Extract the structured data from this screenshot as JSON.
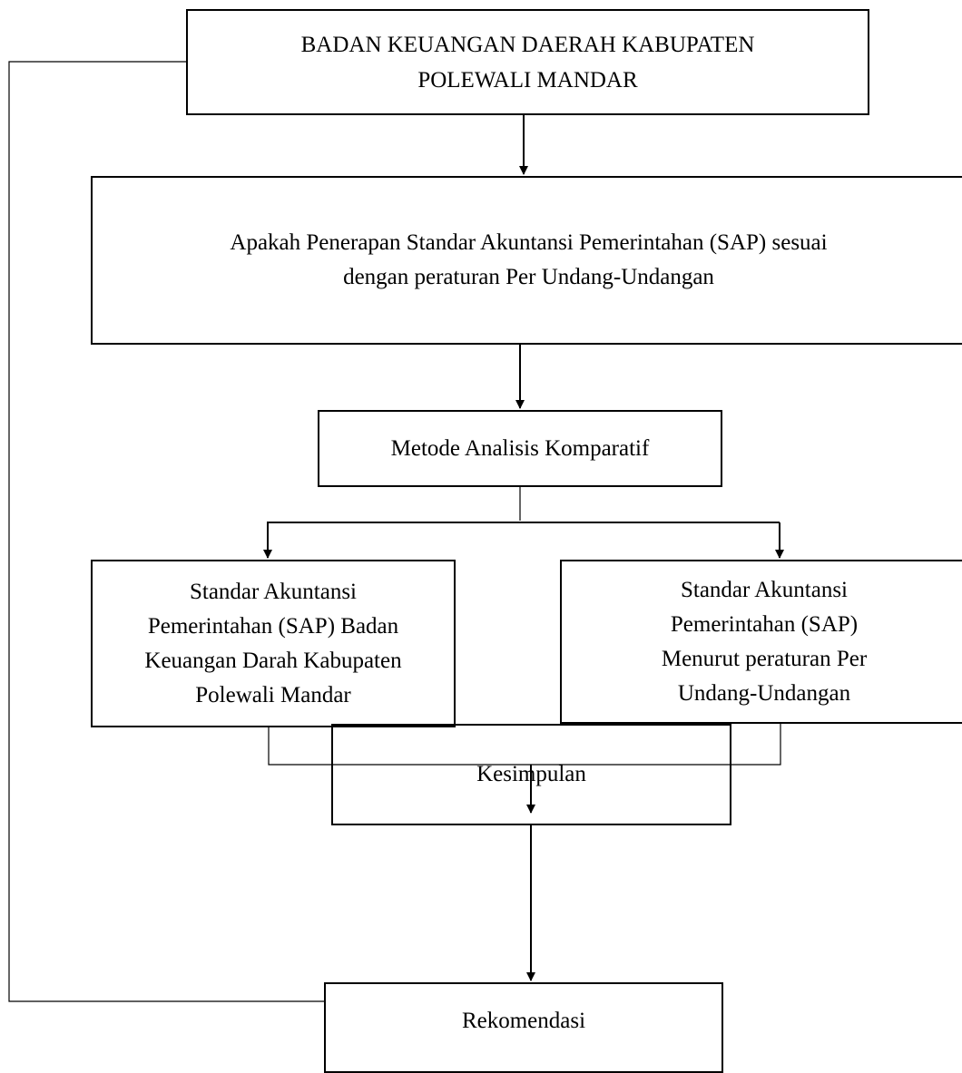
{
  "boxes": {
    "top": {
      "lines": [
        "BADAN KEUANGAN DAERAH KABUPATEN",
        "POLEWALI MANDAR"
      ]
    },
    "question": {
      "lines": [
        "Apakah Penerapan Standar Akuntansi Pemerintahan (SAP) sesuai",
        "dengan peraturan Per Undang-Undangan"
      ]
    },
    "method": {
      "lines": [
        "Metode Analisis Komparatif"
      ]
    },
    "left": {
      "lines": [
        "Standar Akuntansi",
        "Pemerintahan (SAP) Badan",
        "Keuangan Darah Kabupaten",
        "Polewali Mandar"
      ]
    },
    "right": {
      "lines": [
        "Standar Akuntansi",
        "Pemerintahan (SAP)",
        "Menurut peraturan Per",
        "Undang-Undangan"
      ]
    },
    "conclusion": {
      "lines": [
        "Kesimpulan"
      ]
    },
    "recommendation": {
      "lines": [
        "Rekomendasi"
      ]
    }
  }
}
